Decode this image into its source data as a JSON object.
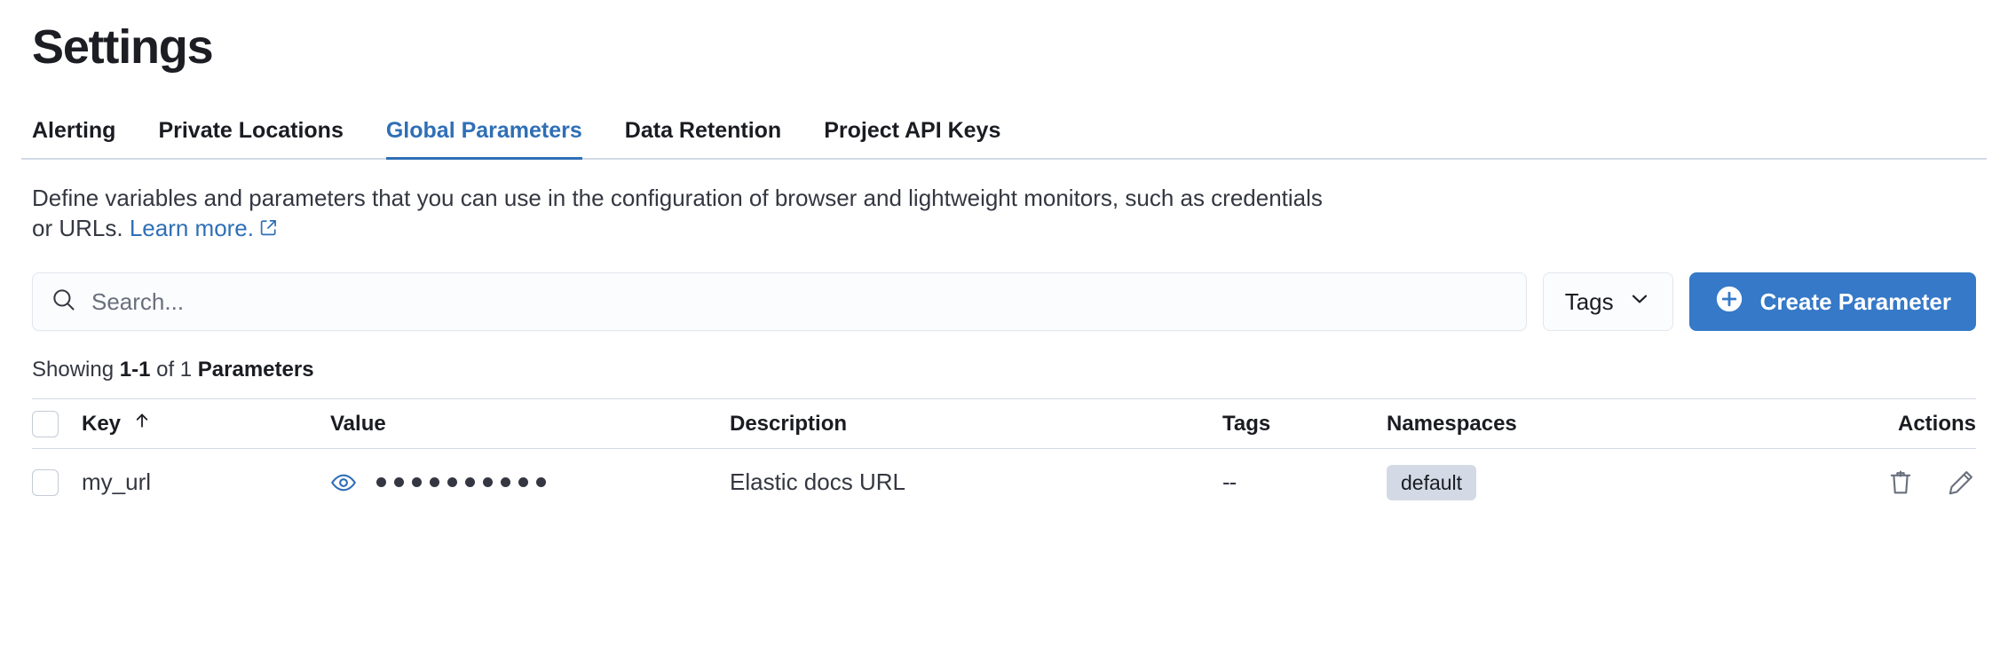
{
  "page": {
    "title": "Settings"
  },
  "tabs": [
    {
      "label": "Alerting",
      "active": false
    },
    {
      "label": "Private Locations",
      "active": false
    },
    {
      "label": "Global Parameters",
      "active": true
    },
    {
      "label": "Data Retention",
      "active": false
    },
    {
      "label": "Project API Keys",
      "active": false
    }
  ],
  "description": {
    "text": "Define variables and parameters that you can use in the configuration of browser and lightweight monitors, such as credentials or URLs.",
    "link_label": "Learn more.",
    "link_icon": "external-link-icon"
  },
  "toolbar": {
    "search_placeholder": "Search...",
    "search_value": "",
    "search_icon": "search-icon",
    "tags_label": "Tags",
    "tags_icon": "chevron-down-icon",
    "create_label": "Create Parameter",
    "create_icon": "plus-circle-icon"
  },
  "results": {
    "prefix": "Showing ",
    "range": "1-1",
    "middle": " of 1 ",
    "noun": "Parameters"
  },
  "table": {
    "columns": [
      {
        "label": "Key",
        "sort": "ascending",
        "sort_icon": "arrow-up-icon"
      },
      {
        "label": "Value"
      },
      {
        "label": "Description"
      },
      {
        "label": "Tags"
      },
      {
        "label": "Namespaces"
      },
      {
        "label": "Actions"
      }
    ],
    "rows": [
      {
        "selected": false,
        "key": "my_url",
        "value_icon": "eye-icon",
        "value_masked_dots": 10,
        "description": "Elastic docs URL",
        "tags": "--",
        "namespaces": [
          "default"
        ],
        "actions": [
          "trash-icon",
          "pencil-icon"
        ]
      }
    ]
  },
  "colors": {
    "accent": "#2f6fb6",
    "primary_button": "#3579c8",
    "badge_background": "#d3dae6",
    "border": "#d3dae6",
    "text": "#343741",
    "text_strong": "#1a1c21",
    "muted_text": "#69707d"
  }
}
